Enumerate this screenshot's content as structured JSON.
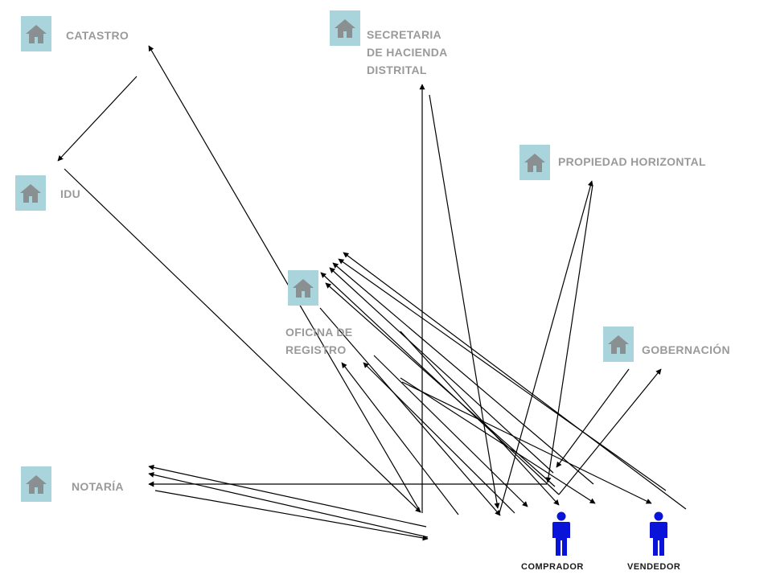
{
  "nodes": {
    "catastro": {
      "label": "CATASTRO"
    },
    "secretaria": {
      "label": "SECRETARIA\nDE HACIENDA\nDISTRITAL"
    },
    "propiedad": {
      "label": "PROPIEDAD HORIZONTAL"
    },
    "idu": {
      "label": "IDU"
    },
    "oficina": {
      "label": "OFICINA DE\nREGISTRO"
    },
    "gobernacion": {
      "label": "GOBERNACIÓN"
    },
    "notaria": {
      "label": "NOTARÍA"
    }
  },
  "actors": {
    "comprador": {
      "label": "COMPRADOR"
    },
    "vendedor": {
      "label": "VENDEDOR"
    }
  },
  "colors": {
    "icon_bg": "#a9d4db",
    "icon_house": "#8a8f92",
    "label_text": "#9a9a9a",
    "person": "#0a14d8",
    "arrow": "#000000"
  },
  "icons": {
    "node_icon": "house-icon",
    "actor_icon": "person-icon"
  }
}
